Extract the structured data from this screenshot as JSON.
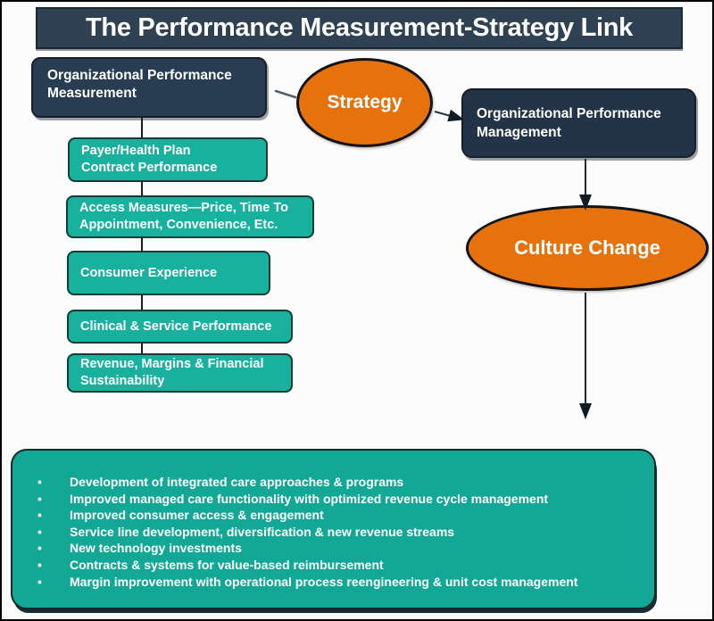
{
  "title": "The Performance Measurement-Strategy Link",
  "measurement": {
    "header": "Organizational Performance\nMeasurement",
    "items": [
      "Payer/Health Plan\nContract Performance",
      "Access Measures—Price, Time To Appointment, Convenience, Etc.",
      "Consumer Experience",
      "Clinical & Service Performance",
      "Revenue, Margins & Financial\nSustainability"
    ]
  },
  "strategy": {
    "label": "Strategy"
  },
  "management": {
    "header": "Organizational Performance\nManagement",
    "culture_label": "Culture Change"
  },
  "outcomes": [
    "Development of integrated care approaches & programs",
    "Improved managed care functionality with optimized revenue cycle management",
    "Improved consumer access & engagement",
    "Service line development, diversification & new revenue streams",
    "New technology investments",
    "Contracts & systems for value-based reimbursement",
    "Margin improvement with operational process reengineering & unit cost management"
  ],
  "colors": {
    "title_bar": "#2e4254",
    "navy_box": "#283d51",
    "teal_box": "#18b19d",
    "outcomes_box": "#13a795",
    "orange_ellipse": "#e6720e",
    "text": "#ffffff",
    "connector": "#1e2833"
  }
}
